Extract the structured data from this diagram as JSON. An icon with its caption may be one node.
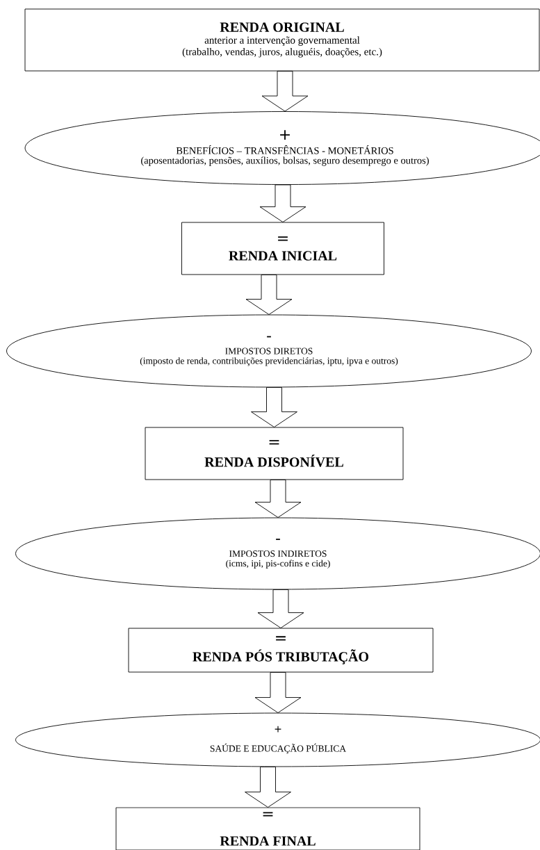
{
  "diagram": {
    "nodes": [
      {
        "text": [
          "RENDA ORIGINAL",
          "anterior a intervenção governamental",
          "(trabalho, vendas, juros, aluguéis, doações, etc.)"
        ]
      },
      {
        "text": [
          "+",
          "BENEFÍCIOS – TRANSFÊNCIAS - MONETÁRIOS",
          "(aposentadorias, pensões, auxílios, bolsas, seguro desemprego e outros)"
        ]
      },
      {
        "text": [
          "=",
          "RENDA INICIAL"
        ]
      },
      {
        "text": [
          "-",
          "IMPOSTOS DIRETOS",
          "(imposto de renda, contribuições previdenciárias, iptu, ipva e outros)"
        ]
      },
      {
        "text": [
          "=",
          "RENDA DISPONÍVEL"
        ]
      },
      {
        "text": [
          "-",
          "IMPOSTOS INDIRETOS",
          "(icms, ipi, pis-cofins e cide)"
        ]
      },
      {
        "text": [
          "=",
          "RENDA PÓS TRIBUTAÇÃO"
        ]
      },
      {
        "text": [
          "+",
          "SAÚDE E EDUCAÇÃO PÚBLICA"
        ]
      },
      {
        "text": [
          "=",
          "RENDA FINAL"
        ]
      }
    ],
    "edges": [
      {
        "from": 0,
        "to": 1,
        "arrow": "to"
      },
      {
        "from": 1,
        "to": 2,
        "arrow": "to"
      },
      {
        "from": 2,
        "to": 3,
        "arrow": "to"
      },
      {
        "from": 3,
        "to": 4,
        "arrow": "to"
      },
      {
        "from": 4,
        "to": 5,
        "arrow": "to"
      },
      {
        "from": 5,
        "to": 6,
        "arrow": "to"
      },
      {
        "from": 6,
        "to": 7,
        "arrow": "to"
      },
      {
        "from": 7,
        "to": 8,
        "arrow": "to"
      }
    ]
  }
}
